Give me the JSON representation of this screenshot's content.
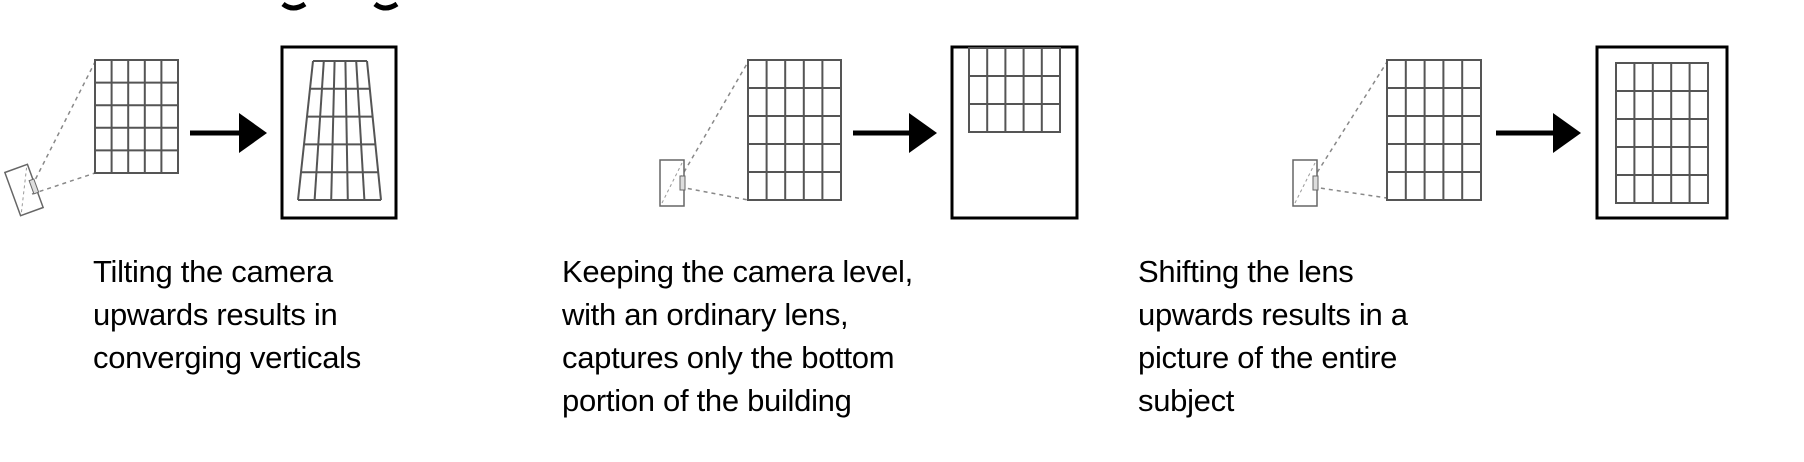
{
  "panels": [
    {
      "id": "tilt",
      "caption": [
        "Tilting the camera",
        "upwards results in",
        "converging verticals"
      ]
    },
    {
      "id": "level",
      "caption": [
        "Keeping the camera level,",
        "with an ordinary lens,",
        "captures only the bottom",
        "portion of the building"
      ]
    },
    {
      "id": "shift",
      "caption": [
        "Shifting the lens",
        "upwards results in a",
        "picture of the entire",
        "subject"
      ]
    }
  ],
  "colors": {
    "ink": "#000000",
    "grid": "#555555",
    "dashed": "#888888"
  }
}
